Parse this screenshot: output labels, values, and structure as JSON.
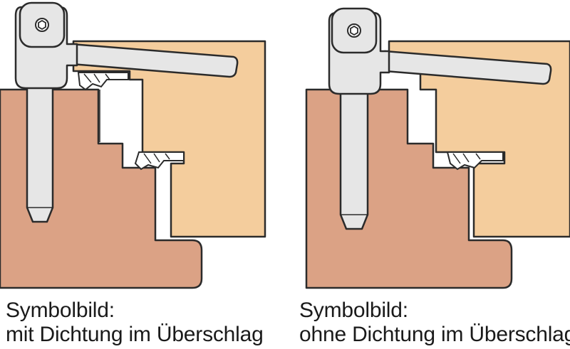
{
  "panels": [
    {
      "caption_line1": "Symbolbild:",
      "caption_line2": "mit Dichtung im Überschlag",
      "seal": "with-gasket"
    },
    {
      "caption_line1": "Symbolbild:",
      "caption_line2": "ohne Dichtung im Überschlag",
      "seal": "without-gasket"
    }
  ],
  "colors": {
    "frame": "#dba285",
    "sash": "#f4cd9d",
    "hinge_metal": "#e6e6e6",
    "outline": "#2b2b2b",
    "gasket": "#ffffff"
  }
}
